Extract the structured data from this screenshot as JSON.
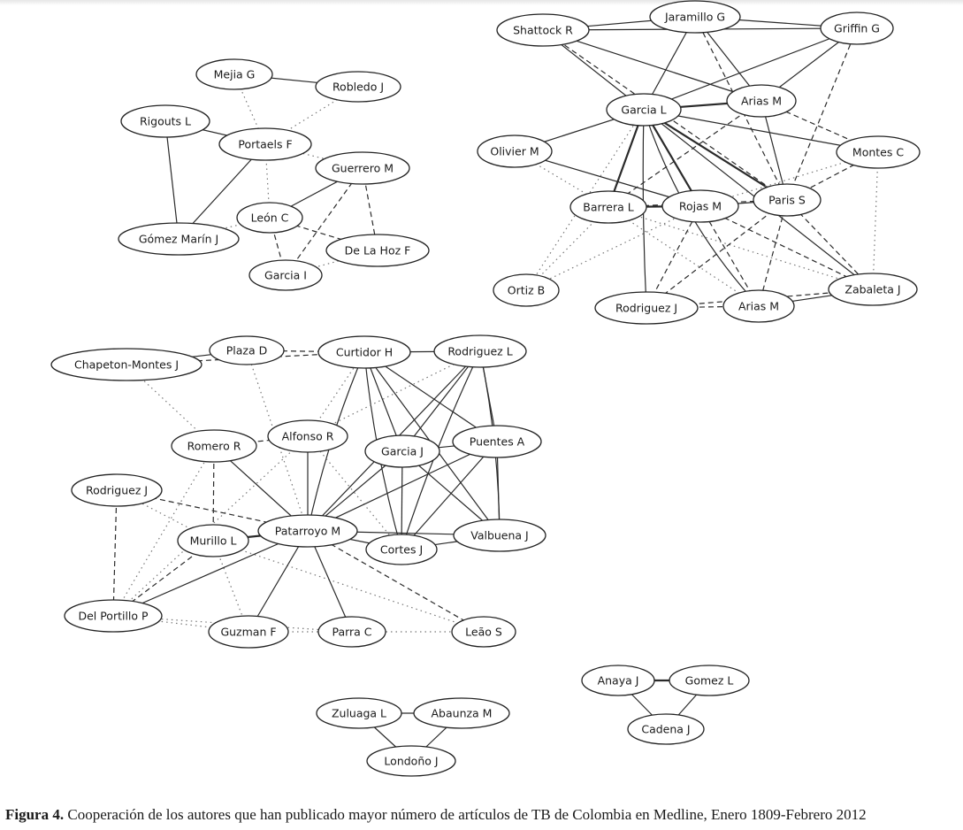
{
  "figure": {
    "caption_label": "Figura 4.",
    "caption_text": " Cooperación de los autores que han publicado mayor número de artículos de TB de Colombia en Medline, Enero 1809-Febrero 2012",
    "edge_styles": [
      "solid",
      "thick",
      "dashed",
      "dotted"
    ]
  },
  "nodes": [
    {
      "id": "mejia_g",
      "label": "Mejia G"
    },
    {
      "id": "robledo_j",
      "label": "Robledo J"
    },
    {
      "id": "rigouts_l",
      "label": "Rigouts L"
    },
    {
      "id": "portaels_f",
      "label": "Portaels F"
    },
    {
      "id": "guerrero_m",
      "label": "Guerrero M"
    },
    {
      "id": "leon_c",
      "label": "León C"
    },
    {
      "id": "gomezmarin_j",
      "label": "Gómez Marín J"
    },
    {
      "id": "delahoz_f",
      "label": "De La Hoz F"
    },
    {
      "id": "garcia_i",
      "label": "Garcia I"
    },
    {
      "id": "jaramillo_g",
      "label": "Jaramillo G"
    },
    {
      "id": "shattock_r",
      "label": "Shattock R"
    },
    {
      "id": "griffin_g",
      "label": "Griffin G"
    },
    {
      "id": "garcia_l",
      "label": "Garcia L"
    },
    {
      "id": "arias_m1",
      "label": "Arias M"
    },
    {
      "id": "olivier_m",
      "label": "Olivier M"
    },
    {
      "id": "montes_c",
      "label": "Montes C"
    },
    {
      "id": "barrera_l",
      "label": "Barrera L"
    },
    {
      "id": "rojas_m",
      "label": "Rojas M"
    },
    {
      "id": "paris_s",
      "label": "Paris S"
    },
    {
      "id": "ortiz_b",
      "label": "Ortiz B"
    },
    {
      "id": "rodriguez_j1",
      "label": "Rodriguez J"
    },
    {
      "id": "arias_m2",
      "label": "Arias M"
    },
    {
      "id": "zabaleta_j",
      "label": "Zabaleta J"
    },
    {
      "id": "plaza_d",
      "label": "Plaza D"
    },
    {
      "id": "chapeton_j",
      "label": "Chapeton-Montes J"
    },
    {
      "id": "curtidor_h",
      "label": "Curtidor H"
    },
    {
      "id": "rodriguez_l",
      "label": "Rodriguez L"
    },
    {
      "id": "alfonso_r",
      "label": "Alfonso R"
    },
    {
      "id": "romero_r",
      "label": "Romero R"
    },
    {
      "id": "garcia_j",
      "label": "Garcia J"
    },
    {
      "id": "puentes_a",
      "label": "Puentes A"
    },
    {
      "id": "rodriguez_j2",
      "label": "Rodriguez J"
    },
    {
      "id": "murillo_l",
      "label": "Murillo L"
    },
    {
      "id": "patarroyo_m",
      "label": "Patarroyo M"
    },
    {
      "id": "cortes_j",
      "label": "Cortes J"
    },
    {
      "id": "valbuena_j",
      "label": "Valbuena J"
    },
    {
      "id": "delportillo_p",
      "label": "Del Portillo P"
    },
    {
      "id": "guzman_f",
      "label": "Guzman F"
    },
    {
      "id": "parra_c",
      "label": "Parra C"
    },
    {
      "id": "leao_s",
      "label": "Leão S"
    },
    {
      "id": "anaya_j",
      "label": "Anaya J"
    },
    {
      "id": "gomez_l",
      "label": "Gomez L"
    },
    {
      "id": "cadena_j",
      "label": "Cadena J"
    },
    {
      "id": "zuluaga_l",
      "label": "Zuluaga L"
    },
    {
      "id": "abaunza_m",
      "label": "Abaunza M"
    },
    {
      "id": "londono_j",
      "label": "Londoño J"
    }
  ],
  "edges": [
    [
      "mejia_g",
      "robledo_j",
      "solid"
    ],
    [
      "mejia_g",
      "portaels_f",
      "dotted"
    ],
    [
      "robledo_j",
      "portaels_f",
      "dotted"
    ],
    [
      "rigouts_l",
      "portaels_f",
      "solid"
    ],
    [
      "rigouts_l",
      "gomezmarin_j",
      "solid"
    ],
    [
      "portaels_f",
      "gomezmarin_j",
      "solid"
    ],
    [
      "portaels_f",
      "guerrero_m",
      "dotted"
    ],
    [
      "portaels_f",
      "leon_c",
      "dotted"
    ],
    [
      "guerrero_m",
      "leon_c",
      "solid"
    ],
    [
      "guerrero_m",
      "garcia_i",
      "dashed"
    ],
    [
      "guerrero_m",
      "delahoz_f",
      "dashed"
    ],
    [
      "leon_c",
      "delahoz_f",
      "dashed"
    ],
    [
      "leon_c",
      "garcia_i",
      "dashed"
    ],
    [
      "leon_c",
      "gomezmarin_j",
      "dotted"
    ],
    [
      "garcia_i",
      "delahoz_f",
      "dotted"
    ],
    [
      "shattock_r",
      "jaramillo_g",
      "solid"
    ],
    [
      "jaramillo_g",
      "griffin_g",
      "solid"
    ],
    [
      "shattock_r",
      "griffin_g",
      "solid"
    ],
    [
      "shattock_r",
      "garcia_l",
      "solid"
    ],
    [
      "shattock_r",
      "arias_m1",
      "solid"
    ],
    [
      "shattock_r",
      "paris_s",
      "dashed"
    ],
    [
      "jaramillo_g",
      "garcia_l",
      "solid"
    ],
    [
      "jaramillo_g",
      "arias_m1",
      "solid"
    ],
    [
      "jaramillo_g",
      "paris_s",
      "dashed"
    ],
    [
      "griffin_g",
      "garcia_l",
      "solid"
    ],
    [
      "griffin_g",
      "arias_m1",
      "solid"
    ],
    [
      "griffin_g",
      "paris_s",
      "dashed"
    ],
    [
      "garcia_l",
      "arias_m1",
      "thick"
    ],
    [
      "garcia_l",
      "olivier_m",
      "solid"
    ],
    [
      "garcia_l",
      "montes_c",
      "solid"
    ],
    [
      "garcia_l",
      "barrera_l",
      "thick"
    ],
    [
      "garcia_l",
      "rojas_m",
      "thick"
    ],
    [
      "garcia_l",
      "paris_s",
      "thick"
    ],
    [
      "garcia_l",
      "rodriguez_j1",
      "solid"
    ],
    [
      "garcia_l",
      "arias_m2",
      "solid"
    ],
    [
      "garcia_l",
      "zabaleta_j",
      "solid"
    ],
    [
      "garcia_l",
      "ortiz_b",
      "dotted"
    ],
    [
      "arias_m1",
      "montes_c",
      "dashed"
    ],
    [
      "arias_m1",
      "paris_s",
      "solid"
    ],
    [
      "arias_m1",
      "barrera_l",
      "dashed"
    ],
    [
      "olivier_m",
      "rojas_m",
      "solid"
    ],
    [
      "olivier_m",
      "barrera_l",
      "dotted"
    ],
    [
      "montes_c",
      "paris_s",
      "dashed"
    ],
    [
      "montes_c",
      "rojas_m",
      "dotted"
    ],
    [
      "montes_c",
      "zabaleta_j",
      "dotted"
    ],
    [
      "barrera_l",
      "rojas_m",
      "thick"
    ],
    [
      "barrera_l",
      "paris_s",
      "dashed"
    ],
    [
      "barrera_l",
      "ortiz_b",
      "dotted"
    ],
    [
      "barrera_l",
      "arias_m2",
      "dotted"
    ],
    [
      "barrera_l",
      "zabaleta_j",
      "dotted"
    ],
    [
      "rojas_m",
      "paris_s",
      "solid"
    ],
    [
      "rojas_m",
      "rodriguez_j1",
      "dashed"
    ],
    [
      "rojas_m",
      "arias_m2",
      "dashed"
    ],
    [
      "rojas_m",
      "zabaleta_j",
      "dashed"
    ],
    [
      "rojas_m",
      "ortiz_b",
      "dotted"
    ],
    [
      "paris_s",
      "rodriguez_j1",
      "dashed"
    ],
    [
      "paris_s",
      "arias_m2",
      "dashed"
    ],
    [
      "paris_s",
      "zabaleta_j",
      "dashed"
    ],
    [
      "rodriguez_j1",
      "arias_m2",
      "dashed"
    ],
    [
      "rodriguez_j1",
      "zabaleta_j",
      "dashed"
    ],
    [
      "arias_m2",
      "zabaleta_j",
      "solid"
    ],
    [
      "chapeton_j",
      "plaza_d",
      "solid"
    ],
    [
      "plaza_d",
      "curtidor_h",
      "dashed"
    ],
    [
      "chapeton_j",
      "curtidor_h",
      "dashed"
    ],
    [
      "curtidor_h",
      "rodriguez_l",
      "solid"
    ],
    [
      "chapeton_j",
      "romero_r",
      "dotted"
    ],
    [
      "plaza_d",
      "patarroyo_m",
      "dotted"
    ],
    [
      "curtidor_h",
      "alfonso_r",
      "dotted"
    ],
    [
      "curtidor_h",
      "patarroyo_m",
      "solid"
    ],
    [
      "curtidor_h",
      "garcia_j",
      "solid"
    ],
    [
      "curtidor_h",
      "puentes_a",
      "solid"
    ],
    [
      "curtidor_h",
      "cortes_j",
      "solid"
    ],
    [
      "curtidor_h",
      "valbuena_j",
      "solid"
    ],
    [
      "rodriguez_l",
      "patarroyo_m",
      "solid"
    ],
    [
      "rodriguez_l",
      "garcia_j",
      "solid"
    ],
    [
      "rodriguez_l",
      "puentes_a",
      "solid"
    ],
    [
      "rodriguez_l",
      "cortes_j",
      "solid"
    ],
    [
      "rodriguez_l",
      "valbuena_j",
      "solid"
    ],
    [
      "rodriguez_l",
      "alfonso_r",
      "dotted"
    ],
    [
      "romero_r",
      "alfonso_r",
      "dashed"
    ],
    [
      "romero_r",
      "patarroyo_m",
      "solid"
    ],
    [
      "romero_r",
      "murillo_l",
      "dashed"
    ],
    [
      "romero_r",
      "delportillo_p",
      "dotted"
    ],
    [
      "alfonso_r",
      "patarroyo_m",
      "solid"
    ],
    [
      "alfonso_r",
      "delportillo_p",
      "dotted"
    ],
    [
      "alfonso_r",
      "cortes_j",
      "dotted"
    ],
    [
      "garcia_j",
      "puentes_a",
      "solid"
    ],
    [
      "garcia_j",
      "patarroyo_m",
      "solid"
    ],
    [
      "garcia_j",
      "cortes_j",
      "solid"
    ],
    [
      "garcia_j",
      "valbuena_j",
      "solid"
    ],
    [
      "puentes_a",
      "patarroyo_m",
      "solid"
    ],
    [
      "puentes_a",
      "cortes_j",
      "solid"
    ],
    [
      "puentes_a",
      "valbuena_j",
      "solid"
    ],
    [
      "rodriguez_j2",
      "patarroyo_m",
      "dashed"
    ],
    [
      "rodriguez_j2",
      "delportillo_p",
      "dashed"
    ],
    [
      "rodriguez_j2",
      "murillo_l",
      "dotted"
    ],
    [
      "murillo_l",
      "patarroyo_m",
      "thick"
    ],
    [
      "murillo_l",
      "delportillo_p",
      "dashed"
    ],
    [
      "murillo_l",
      "guzman_f",
      "dotted"
    ],
    [
      "murillo_l",
      "leao_s",
      "dotted"
    ],
    [
      "patarroyo_m",
      "cortes_j",
      "solid"
    ],
    [
      "patarroyo_m",
      "valbuena_j",
      "solid"
    ],
    [
      "patarroyo_m",
      "delportillo_p",
      "solid"
    ],
    [
      "patarroyo_m",
      "guzman_f",
      "solid"
    ],
    [
      "patarroyo_m",
      "parra_c",
      "solid"
    ],
    [
      "patarroyo_m",
      "leao_s",
      "dashed"
    ],
    [
      "cortes_j",
      "valbuena_j",
      "solid"
    ],
    [
      "delportillo_p",
      "parra_c",
      "dotted"
    ],
    [
      "delportillo_p",
      "guzman_f",
      "dotted"
    ],
    [
      "guzman_f",
      "parra_c",
      "dotted"
    ],
    [
      "parra_c",
      "leao_s",
      "dotted"
    ],
    [
      "anaya_j",
      "gomez_l",
      "thick"
    ],
    [
      "anaya_j",
      "cadena_j",
      "solid"
    ],
    [
      "gomez_l",
      "cadena_j",
      "solid"
    ],
    [
      "zuluaga_l",
      "abaunza_m",
      "solid"
    ],
    [
      "zuluaga_l",
      "londono_j",
      "solid"
    ],
    [
      "abaunza_m",
      "londono_j",
      "solid"
    ]
  ]
}
